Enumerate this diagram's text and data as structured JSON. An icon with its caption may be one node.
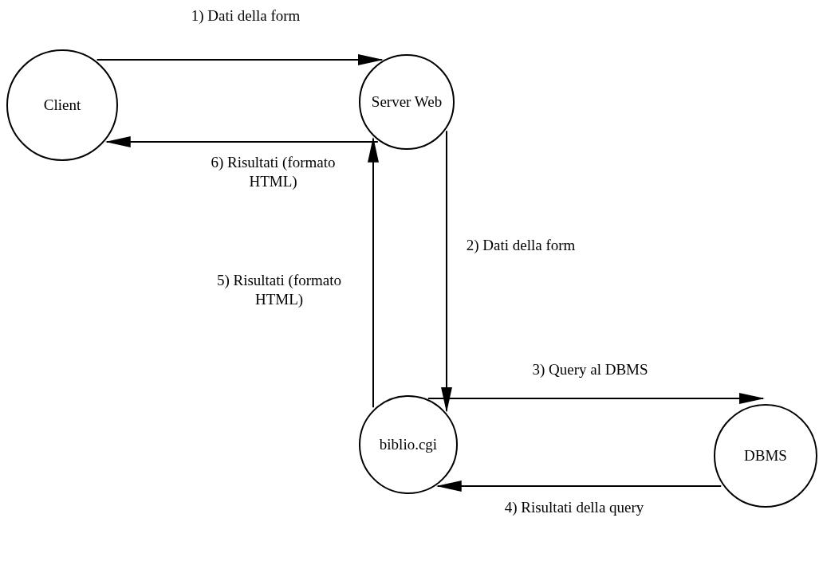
{
  "diagram": {
    "nodes": [
      {
        "text": [
          "Client"
        ]
      },
      {
        "text": [
          "Server Web"
        ]
      },
      {
        "text": [
          "biblio.cgi"
        ]
      },
      {
        "text": [
          "DBMS"
        ]
      }
    ],
    "edges": [
      {
        "from": 0,
        "to": 1,
        "arrow": "to",
        "label": "1) Dati della form"
      },
      {
        "from": 1,
        "to": 0,
        "arrow": "to",
        "label": "6) Risultati (formato HTML)"
      },
      {
        "from": 1,
        "to": 2,
        "arrow": "to",
        "label": "2) Dati della form"
      },
      {
        "from": 2,
        "to": 1,
        "arrow": "to",
        "label": "5) Risultati (formato HTML)"
      },
      {
        "from": 2,
        "to": 3,
        "arrow": "to",
        "label": "3) Query al DBMS"
      },
      {
        "from": 3,
        "to": 2,
        "arrow": "to",
        "label": "4) Risultati della query"
      }
    ]
  }
}
